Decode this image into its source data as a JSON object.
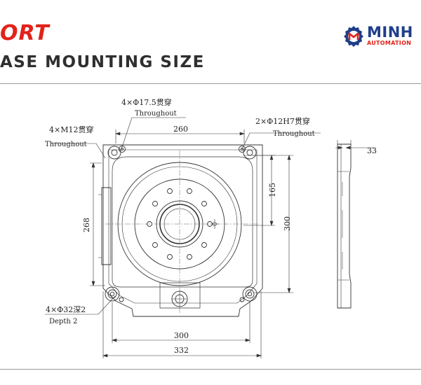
{
  "header": {
    "brand_fragment": "ORT",
    "section_title": "ASE MOUNTING SIZE",
    "logo_name": "MINH",
    "logo_sub": "AUTOMATION",
    "logo_icon": "gear-icon",
    "brand_color": "#e2231a",
    "logo_color": "#1f3e8a"
  },
  "annotations": {
    "hole_top_spec": "4×Φ17.5贯穿",
    "hole_top_note": "Throughout",
    "thread_spec": "4×M12贯穿",
    "thread_note": "Throughout",
    "pin_spec": "2×Φ12H7贯穿",
    "pin_note": "Throughout",
    "counterbore_spec": "4×Φ32深2",
    "counterbore_note": "Depth 2"
  },
  "dimensions": {
    "top_width": "260",
    "side_inner_height": "165",
    "side_outer_height": "300",
    "left_height": "268",
    "bottom_inner_width": "300",
    "bottom_outer_width": "332",
    "profile_thickness": "33"
  }
}
